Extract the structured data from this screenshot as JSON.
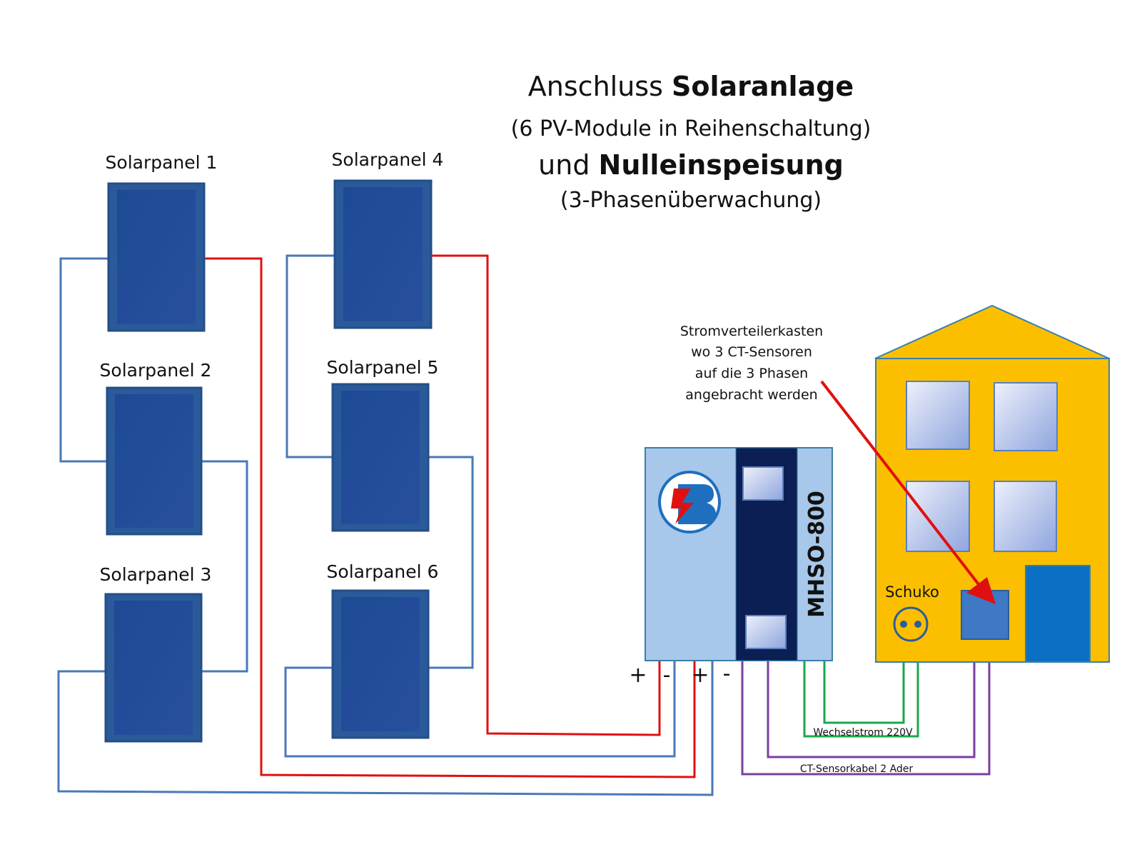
{
  "title": {
    "line1_normal": "Anschluss ",
    "line1_bold": "Solaranlage",
    "line2": "(6 PV-Module in Reihenschaltung)",
    "line3_normal": "und ",
    "line3_bold": "Nulleinspeisung",
    "line4": "(3-Phasenüberwachung)"
  },
  "panels": [
    "Solarpanel 1",
    "Solarpanel 2",
    "Solarpanel 3",
    "Solarpanel 4",
    "Solarpanel 5",
    "Solarpanel 6"
  ],
  "annotation": {
    "line1": "Stromverteilerkasten",
    "line2": "wo 3 CT-Sensoren",
    "line3": "auf die 3 Phasen",
    "line4": "angebracht werden"
  },
  "inverter": {
    "model": "MHSO-800",
    "terminal_plus_1": "+",
    "terminal_minus_1": "-",
    "terminal_plus_2": "+",
    "terminal_minus_2": "-"
  },
  "building": {
    "socket_label": "Schuko"
  },
  "cables": {
    "ac_label": "Wechselstrom 220V",
    "ct_label": "CT-Sensorkabel  2 Ader"
  },
  "colors": {
    "positive_wire": "#e01010",
    "negative_wire": "#4a78b5",
    "ac_wire": "#18a84a",
    "ct_wire": "#7a3fa0",
    "panel_fill": "#1f4f9c",
    "building_fill": "#fbbf00",
    "inverter_fill": "#a7c8ea",
    "inverter_dark": "#0b1f55"
  }
}
